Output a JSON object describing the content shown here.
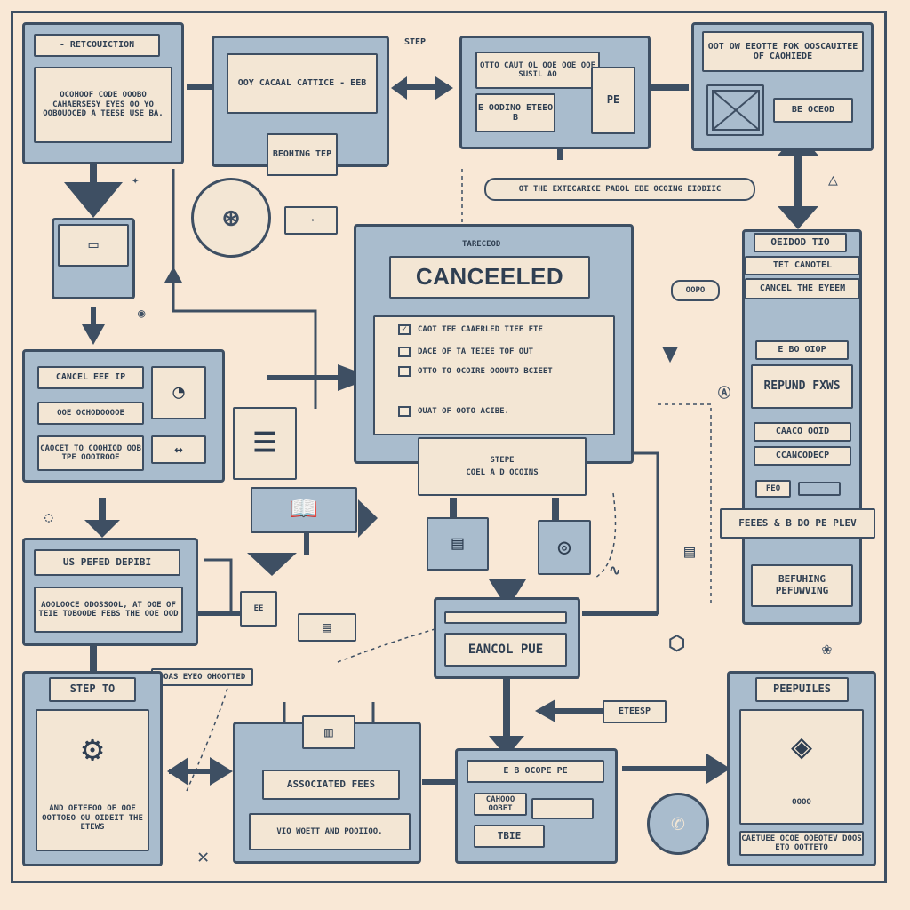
{
  "panels": {
    "top_left_title": "- RETCOUICTION",
    "top_left_text": "OCOHOOF CODE OOOBO CAHAERSESY EYES OO YO OOBOUOCED A TEESE USE BA.",
    "top_mid_text": "OOY CACAAL CATTICE - EEB",
    "top_mid_tab": "BEOHING TEP",
    "step_label": "STEP",
    "top_right1_text": "OTTO CAUT OL OOE OOE OOE SUSIL AO",
    "top_right1_sub": "E OODINO ETEEO B",
    "top_right1_pe": "PE",
    "top_right2_text": "OOT OW EEOTTE FOK OOSCAUITEE OF CAOHIEDE",
    "top_right2_sub": "BE OCEOD",
    "banner": "OT THE EXTECARICE PABOL EBE OCOING EIODIIC",
    "main_small_title": "TARECEOD",
    "main_title": "CANCEELED",
    "checklist": [
      "CAOT TEE CAAERLED TIEE FTE",
      "DACE OF TA TEIEE TOF OUT",
      "OTTO TO OCOIRE OOOUTO BCIEET",
      "OUAT OF OOTO ACIBE."
    ],
    "main_steps_title": "STEPE",
    "main_steps_sub": "COEL A D OCOINS",
    "right_col_title": "OEIDOD TIO",
    "right_col_item1": "TET CANOTEL",
    "right_col_item2": "CANCEL THE EYEEM",
    "right_col_sub1": "E BO OIOP",
    "right_col_refund": "REPUND FXWS",
    "right_col_cancel1": "CAACO OOID",
    "right_col_cancel2": "CCANCODECP",
    "right_col_fee_small": "FEO",
    "right_col_fees_bar": "FEEES & B DO PE PLEV",
    "right_col_refunding": "BEFUHING PEFUWVING",
    "left_mid_btn1": "CANCEL EEE IP",
    "left_mid_btn2": "OOE OCHODOOOOE",
    "left_mid_btn3": "CAOCET TO COOHIOD OOB TPE OOOIROOE",
    "left_low_title": "US PEFED DEPIBI",
    "left_low_text": "AOOLOOCE ODOSSOOL, AT OOE OF TEIE TOBOODE FEBS THE OOE OOD",
    "step_to": "STEP TO",
    "step_to_text": "AND OETEEOO OF OOE OOTTOEO OU OIDEIT THE ETEWS",
    "floating_label": "OOAS EYEO OHOOTTED",
    "cancel_pue": "EANCOL PUE",
    "associated_fees": "ASSOCIATED FEES",
    "associated_sub": "VIO WOETT AND POOIIOO.",
    "bottom_mid_title": "E B OCOPE PE",
    "bottom_mid_row1": "CAHOOO OOBET",
    "bottom_mid_row2": "TBIE",
    "etesp": "ETEESP",
    "prepuiles": "PEEPUILES",
    "prepuiles_small": "OOOO",
    "prepuiles_text": "CAETUEE OCOE OOEOTEV DOOS ETO OOTTETO"
  },
  "colors": {
    "background": "#f9e8d6",
    "box_fill": "#a9bccd",
    "ink": "#3e4f63",
    "panel_fill": "#f3e6d4"
  }
}
